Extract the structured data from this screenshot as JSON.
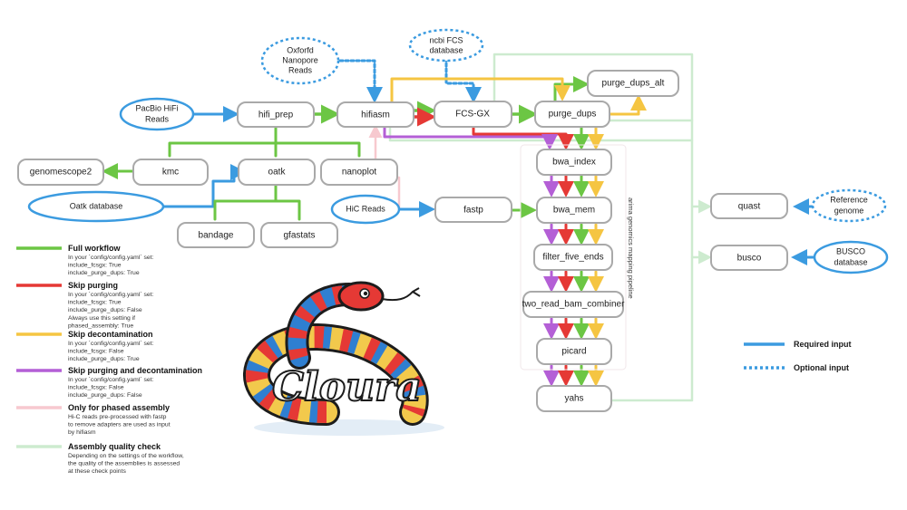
{
  "colors": {
    "full": "#6cc644",
    "skip_purging": "#e53935",
    "skip_decon": "#f5c542",
    "skip_both": "#b45fd6",
    "phased": "#f7c9cf",
    "qc": "#cdebcf",
    "required": "#3b9be0",
    "node_border": "#a9a9a9"
  },
  "nodes": {
    "hifi_prep": "hifi_prep",
    "hifiasm": "hifiasm",
    "fcs_gx": "FCS-GX",
    "purge_dups": "purge_dups",
    "purge_dups_alt": "purge_dups_alt",
    "kmc": "kmc",
    "genomescope2": "genomescope2",
    "oatk": "oatk",
    "nanoplot": "nanoplot",
    "bandage": "bandage",
    "gfastats": "gfastats",
    "fastp": "fastp",
    "bwa_index": "bwa_index",
    "bwa_mem": "bwa_mem",
    "filter_five_ends": "filter_five_ends",
    "two_read_bam_combiner": "two_read_bam_combiner",
    "picard": "picard",
    "yahs": "yahs",
    "quast": "quast",
    "busco": "busco"
  },
  "inputs": {
    "pacbio": [
      "PacBio HiFi",
      "Reads"
    ],
    "oxford": [
      "Oxforfd",
      "Nanopore",
      "Reads"
    ],
    "ncbi": [
      "ncbi FCS",
      "database"
    ],
    "oatk_db": [
      "Oatk database"
    ],
    "hic": [
      "HiC Reads"
    ],
    "reference": [
      "Reference",
      "genome"
    ],
    "busco_db": [
      "BUSCO",
      "database"
    ]
  },
  "mapping_label": "arima genomics mapping pipeline",
  "legend": [
    {
      "title": "Full workflow",
      "lines": [
        "In your `config/config.yaml` set:",
        "include_fcsgx: True",
        "include_purge_dups: True"
      ]
    },
    {
      "title": "Skip purging",
      "lines": [
        "In your `config/config.yaml` set:",
        "include_fcsgx: True",
        "include_purge_dups: False",
        "Always use this setting if",
        "phased_assembly: True"
      ]
    },
    {
      "title": "Skip decontamination",
      "lines": [
        "In your `config/config.yaml` set:",
        "include_fcsgx: False",
        "include_purge_dups: True"
      ]
    },
    {
      "title": "Skip purging and decontamination",
      "lines": [
        "In your `config/config.yaml` set:",
        "include_fcsgx: False",
        "include_purge_dups: False"
      ]
    },
    {
      "title": "Only for phased assembly",
      "lines": [
        "Hi-C reads pre-processed with fastp",
        "to remove adapters are used as input",
        "by hifiasm"
      ]
    },
    {
      "title": "Assembly quality check",
      "lines": [
        "Depending on the settings of the workflow,",
        "the  quality of the assemblies is assessed",
        "at these check points"
      ]
    }
  ],
  "key": {
    "required": "Required input",
    "optional": "Optional input"
  },
  "logo": {
    "text": "Cloura"
  }
}
